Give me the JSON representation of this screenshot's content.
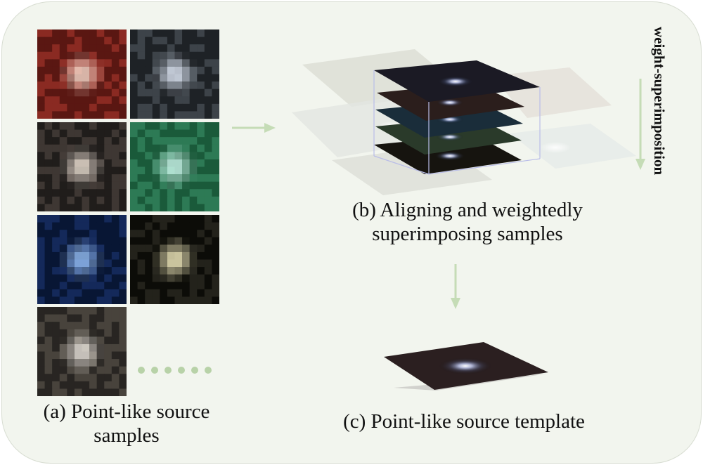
{
  "panels": {
    "a": {
      "caption_line1": "(a) Point-like source",
      "caption_line2": "samples"
    },
    "b": {
      "caption_line1": "(b) Aligning and weightedly",
      "caption_line2": "superimposing samples"
    },
    "c": {
      "caption": "(c) Point-like source template"
    }
  },
  "side_label": "weight-superimposition",
  "samples": [
    {
      "name": "sample-red",
      "bg": "#5a1712",
      "noise": "#8a2a22",
      "core": "#ffe6d6"
    },
    {
      "name": "sample-dark-1",
      "bg": "#1e2226",
      "noise": "#3d4349",
      "core": "#e8f0ff"
    },
    {
      "name": "sample-dark-2",
      "bg": "#201d1b",
      "noise": "#3e3733",
      "core": "#f4e8dc"
    },
    {
      "name": "sample-green",
      "bg": "#1a5a3a",
      "noise": "#2d7a55",
      "core": "#d8fff6"
    },
    {
      "name": "sample-blue",
      "bg": "#081634",
      "noise": "#14295a",
      "core": "#9ec8ff"
    },
    {
      "name": "sample-black",
      "bg": "#0c0c08",
      "noise": "#23221b",
      "core": "#fff7c8"
    },
    {
      "name": "sample-gray",
      "bg": "#282522",
      "noise": "#48433c",
      "core": "#f6f1e8"
    }
  ],
  "colors": {
    "arrow": "#c5dcb6",
    "panel_bg": "#f2f5ee",
    "box_edge": "#b9bde8"
  }
}
